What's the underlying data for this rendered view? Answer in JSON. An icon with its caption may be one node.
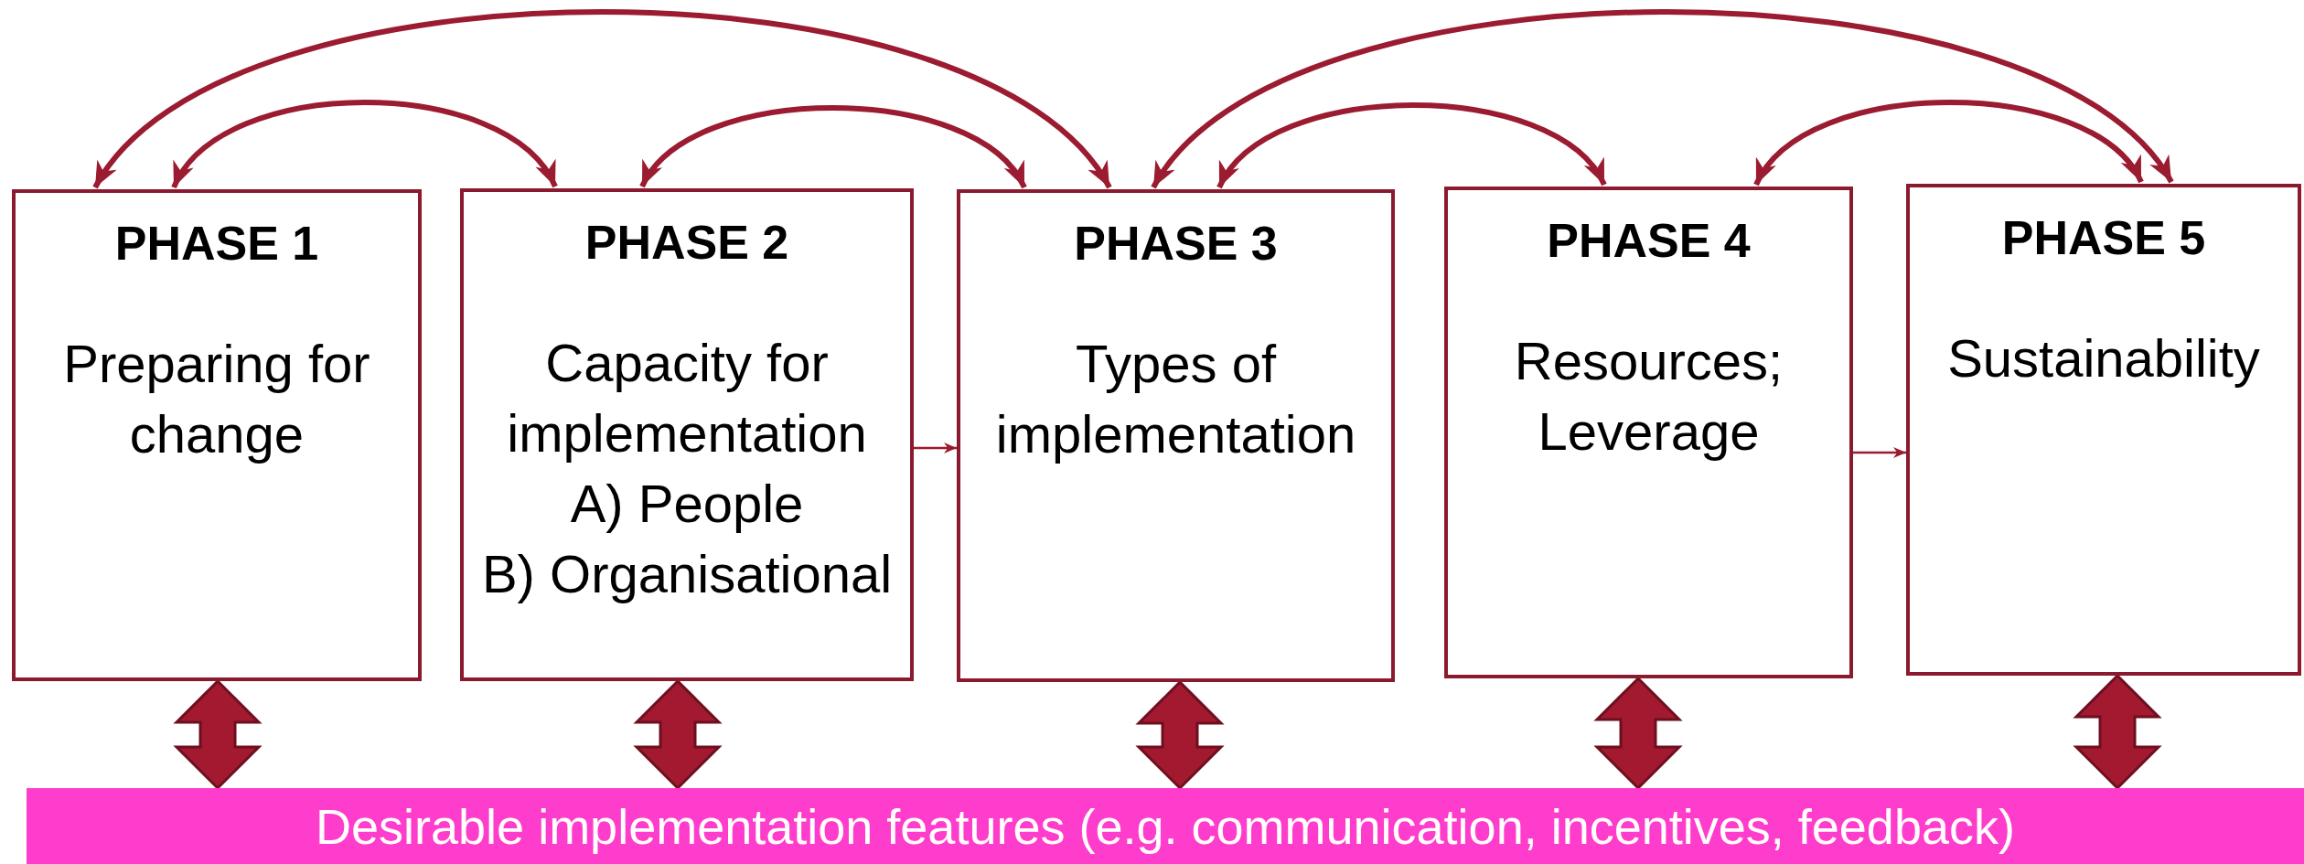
{
  "diagram": {
    "nodes": [
      {
        "text": [
          "PHASE 1",
          "Preparing for change"
        ]
      },
      {
        "text": [
          "PHASE 2",
          "Capacity for implementation",
          "A) People",
          "B) Organisational"
        ]
      },
      {
        "text": [
          "PHASE 3",
          "Types of implementation"
        ]
      },
      {
        "text": [
          "PHASE 4",
          "Resources; Leverage"
        ]
      },
      {
        "text": [
          "PHASE 5",
          "Sustainability"
        ]
      },
      {
        "text": [
          "Desirable implementation features (e.g. communication, incentives, feedback)"
        ]
      }
    ],
    "edges": [
      {
        "from": 0,
        "to": 2,
        "arrow": "both"
      },
      {
        "from": 0,
        "to": 1,
        "arrow": "both"
      },
      {
        "from": 1,
        "to": 2,
        "arrow": "both"
      },
      {
        "from": 2,
        "to": 4,
        "arrow": "both"
      },
      {
        "from": 2,
        "to": 3,
        "arrow": "both"
      },
      {
        "from": 3,
        "to": 4,
        "arrow": "both"
      },
      {
        "from": 1,
        "to": 2,
        "arrow": "to"
      },
      {
        "from": 3,
        "to": 4,
        "arrow": "to"
      },
      {
        "from": 0,
        "to": 5,
        "arrow": "both",
        "style": "thick"
      },
      {
        "from": 1,
        "to": 5,
        "arrow": "both",
        "style": "thick"
      },
      {
        "from": 2,
        "to": 5,
        "arrow": "both",
        "style": "thick"
      },
      {
        "from": 3,
        "to": 5,
        "arrow": "both",
        "style": "thick"
      },
      {
        "from": 4,
        "to": 5,
        "arrow": "both",
        "style": "thick"
      }
    ]
  }
}
